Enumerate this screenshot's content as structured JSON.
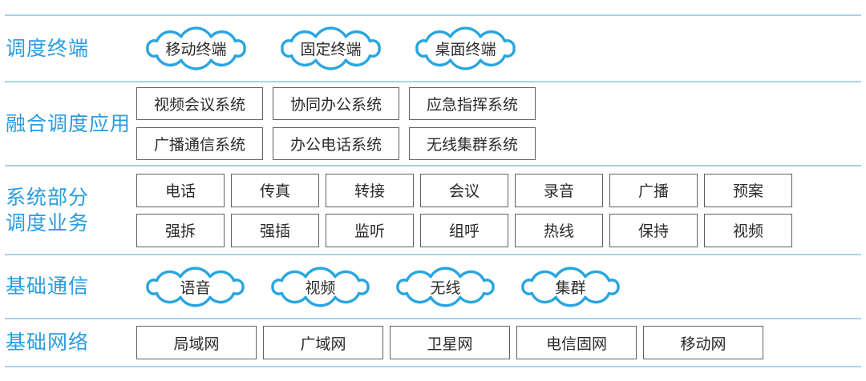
{
  "colors": {
    "label_blue": "#2a9ce0",
    "cloud_stroke": "#29a5e0",
    "divider_blue": "#a3d4ec",
    "box_border": "#606060",
    "text_dark": "#2a2a2a"
  },
  "layers": [
    {
      "id": "dispatch-terminals",
      "label": "调度终端",
      "shape": "cloud",
      "lines": [
        [
          "移动终端",
          "固定终端",
          "桌面终端"
        ]
      ]
    },
    {
      "id": "converged-dispatch-apps",
      "label": "融合调度应用",
      "shape": "box",
      "lines": [
        [
          "视频会议系统",
          "协同办公系统",
          "应急指挥系统"
        ],
        [
          "广播通信系统",
          "办公电话系统",
          "无线集群系统"
        ]
      ]
    },
    {
      "id": "system-dispatch-services",
      "label": "系统部分\n调度业务",
      "shape": "box",
      "lines": [
        [
          "电话",
          "传真",
          "转接",
          "会议",
          "录音",
          "广播",
          "预案"
        ],
        [
          "强拆",
          "强插",
          "监听",
          "组呼",
          "热线",
          "保持",
          "视频"
        ]
      ]
    },
    {
      "id": "basic-communication",
      "label": "基础通信",
      "shape": "cloud",
      "lines": [
        [
          "语音",
          "视频",
          "无线",
          "集群"
        ]
      ]
    },
    {
      "id": "basic-network",
      "label": "基础网络",
      "shape": "box",
      "lines": [
        [
          "局域网",
          "广域网",
          "卫星网",
          "电信固网",
          "移动网"
        ]
      ]
    }
  ]
}
